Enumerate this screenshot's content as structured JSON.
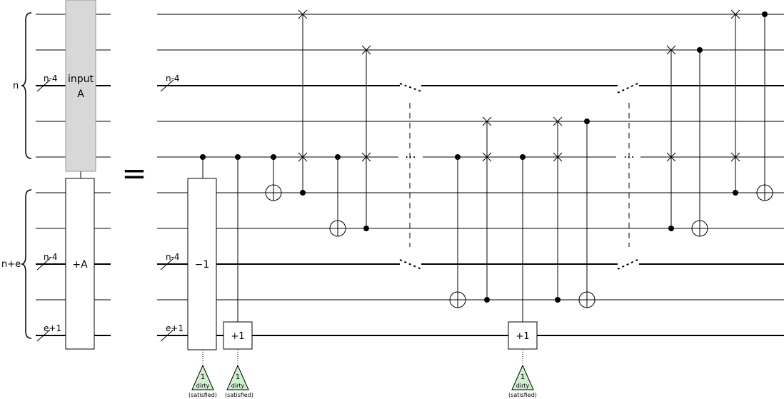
{
  "diagram": {
    "lhs": {
      "brace_top_label": "n",
      "brace_bottom_label": "n+e",
      "input_box_label_line1": "input",
      "input_box_label_line2": "A",
      "add_box_label": "+A",
      "bus_label_top": "n-4",
      "bus_label_mid": "n-4",
      "bus_label_bottom": "e+1"
    },
    "equals_sign": "=",
    "rhs": {
      "bus_label_top": "n-4",
      "bus_label_mid": "n-4",
      "bus_label_bottom": "e+1",
      "minus_one_label": "−1",
      "plus_one_label": "+1",
      "plus_one_label_2": "+1",
      "ellipsis": "⋯",
      "ancillas": [
        {
          "count": "1",
          "kind": "dirty",
          "status": "(satisfied)"
        },
        {
          "count": "1",
          "kind": "dirty",
          "status": "(satisfied)"
        },
        {
          "count": "1",
          "kind": "dirty",
          "status": "(satisfied)"
        }
      ]
    }
  }
}
